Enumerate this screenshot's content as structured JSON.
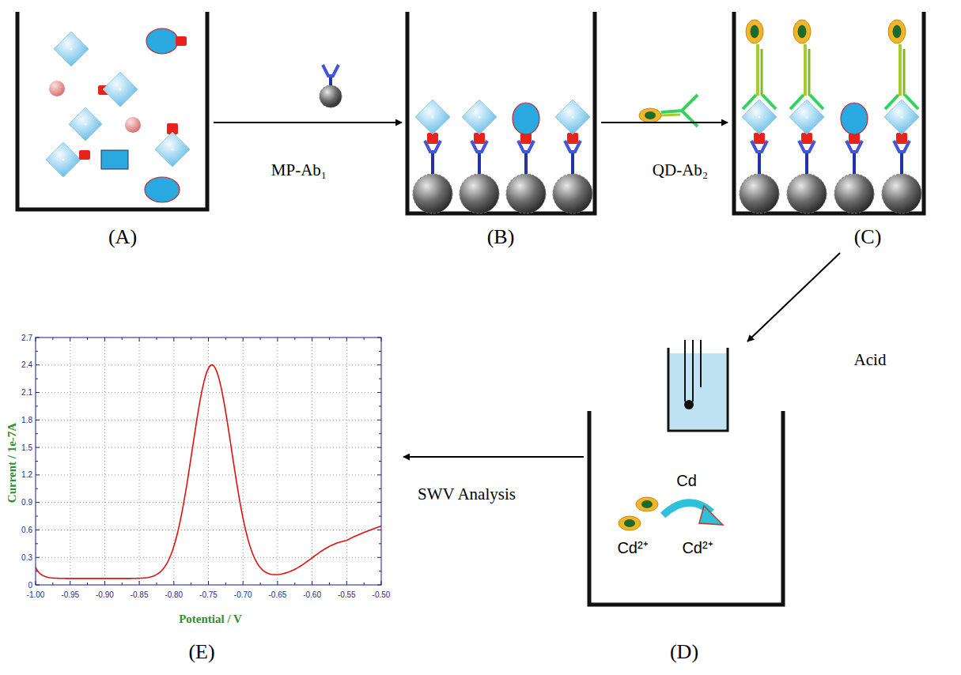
{
  "diagram": {
    "nodes": [
      {
        "text": [
          "(A)"
        ]
      },
      {
        "text": [
          "(B)"
        ]
      },
      {
        "text": [
          "(C)"
        ]
      },
      {
        "text": [
          "(D)"
        ]
      },
      {
        "text": [
          "(E)"
        ]
      }
    ],
    "edges": [
      {
        "from": 0,
        "to": 1,
        "label": "MP-Ab₁",
        "arrow": "to"
      },
      {
        "from": 1,
        "to": 2,
        "label": "QD-Ab₂",
        "arrow": "to"
      },
      {
        "from": 2,
        "to": 3,
        "label": "Acid",
        "arrow": "to"
      },
      {
        "from": 3,
        "to": 4,
        "label": "SWV Analysis",
        "arrow": "to"
      }
    ],
    "labels": [
      "Cd",
      "Cd²⁺",
      "Cd²⁺",
      "Current / 1e-7A",
      "Potential / V",
      "2.7",
      "2.4",
      "2.1",
      "1.8",
      "1.5",
      "1.2",
      "0.9",
      "0.6",
      "0.3",
      "0",
      "-1.00",
      "-0.95",
      "-0.90",
      "-0.85",
      "-0.80",
      "-0.75",
      "-0.70",
      "-0.65",
      "-0.60",
      "-0.55",
      "-0.50"
    ]
  }
}
